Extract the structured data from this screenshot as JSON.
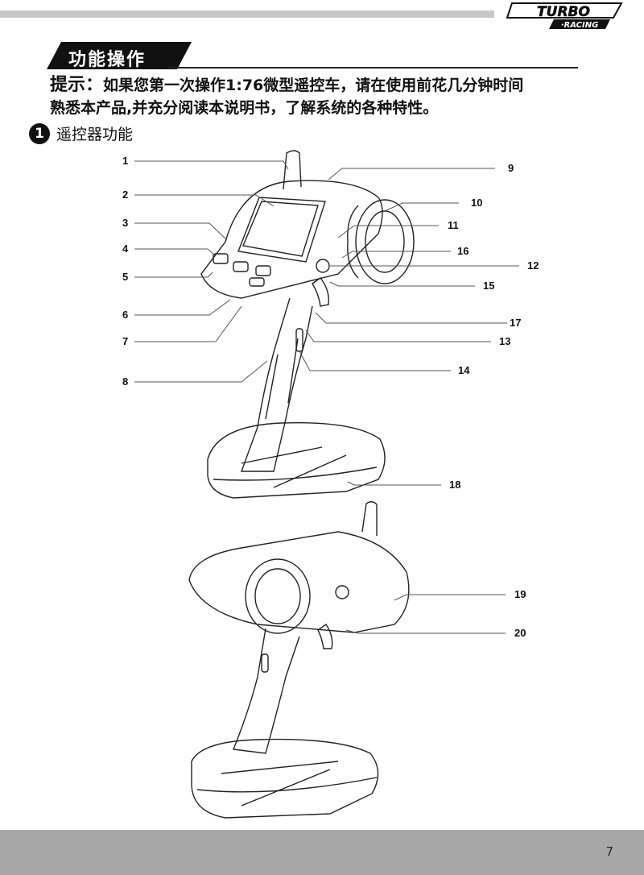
{
  "header": {
    "logo_top": "TURBO",
    "logo_bottom": "·RACING"
  },
  "section": {
    "title": "功能操作"
  },
  "tip": {
    "label": "提示：",
    "text_line1": "如果您第一次操作1:76微型遥控车，请在使用前花几分钟时间",
    "text_line2": "熟悉本产品,并充分阅读本说明书，了解系统的各种特性。"
  },
  "subsection": {
    "number": "1",
    "title": "遥控器功能"
  },
  "callouts_left": [
    "1",
    "2",
    "3",
    "4",
    "5",
    "6",
    "7",
    "8"
  ],
  "callouts_right": [
    "9",
    "10",
    "11",
    "16",
    "12",
    "15",
    "17",
    "13",
    "14",
    "18"
  ],
  "callouts_lower": [
    "19",
    "20"
  ],
  "footer": {
    "page_number": "7"
  }
}
